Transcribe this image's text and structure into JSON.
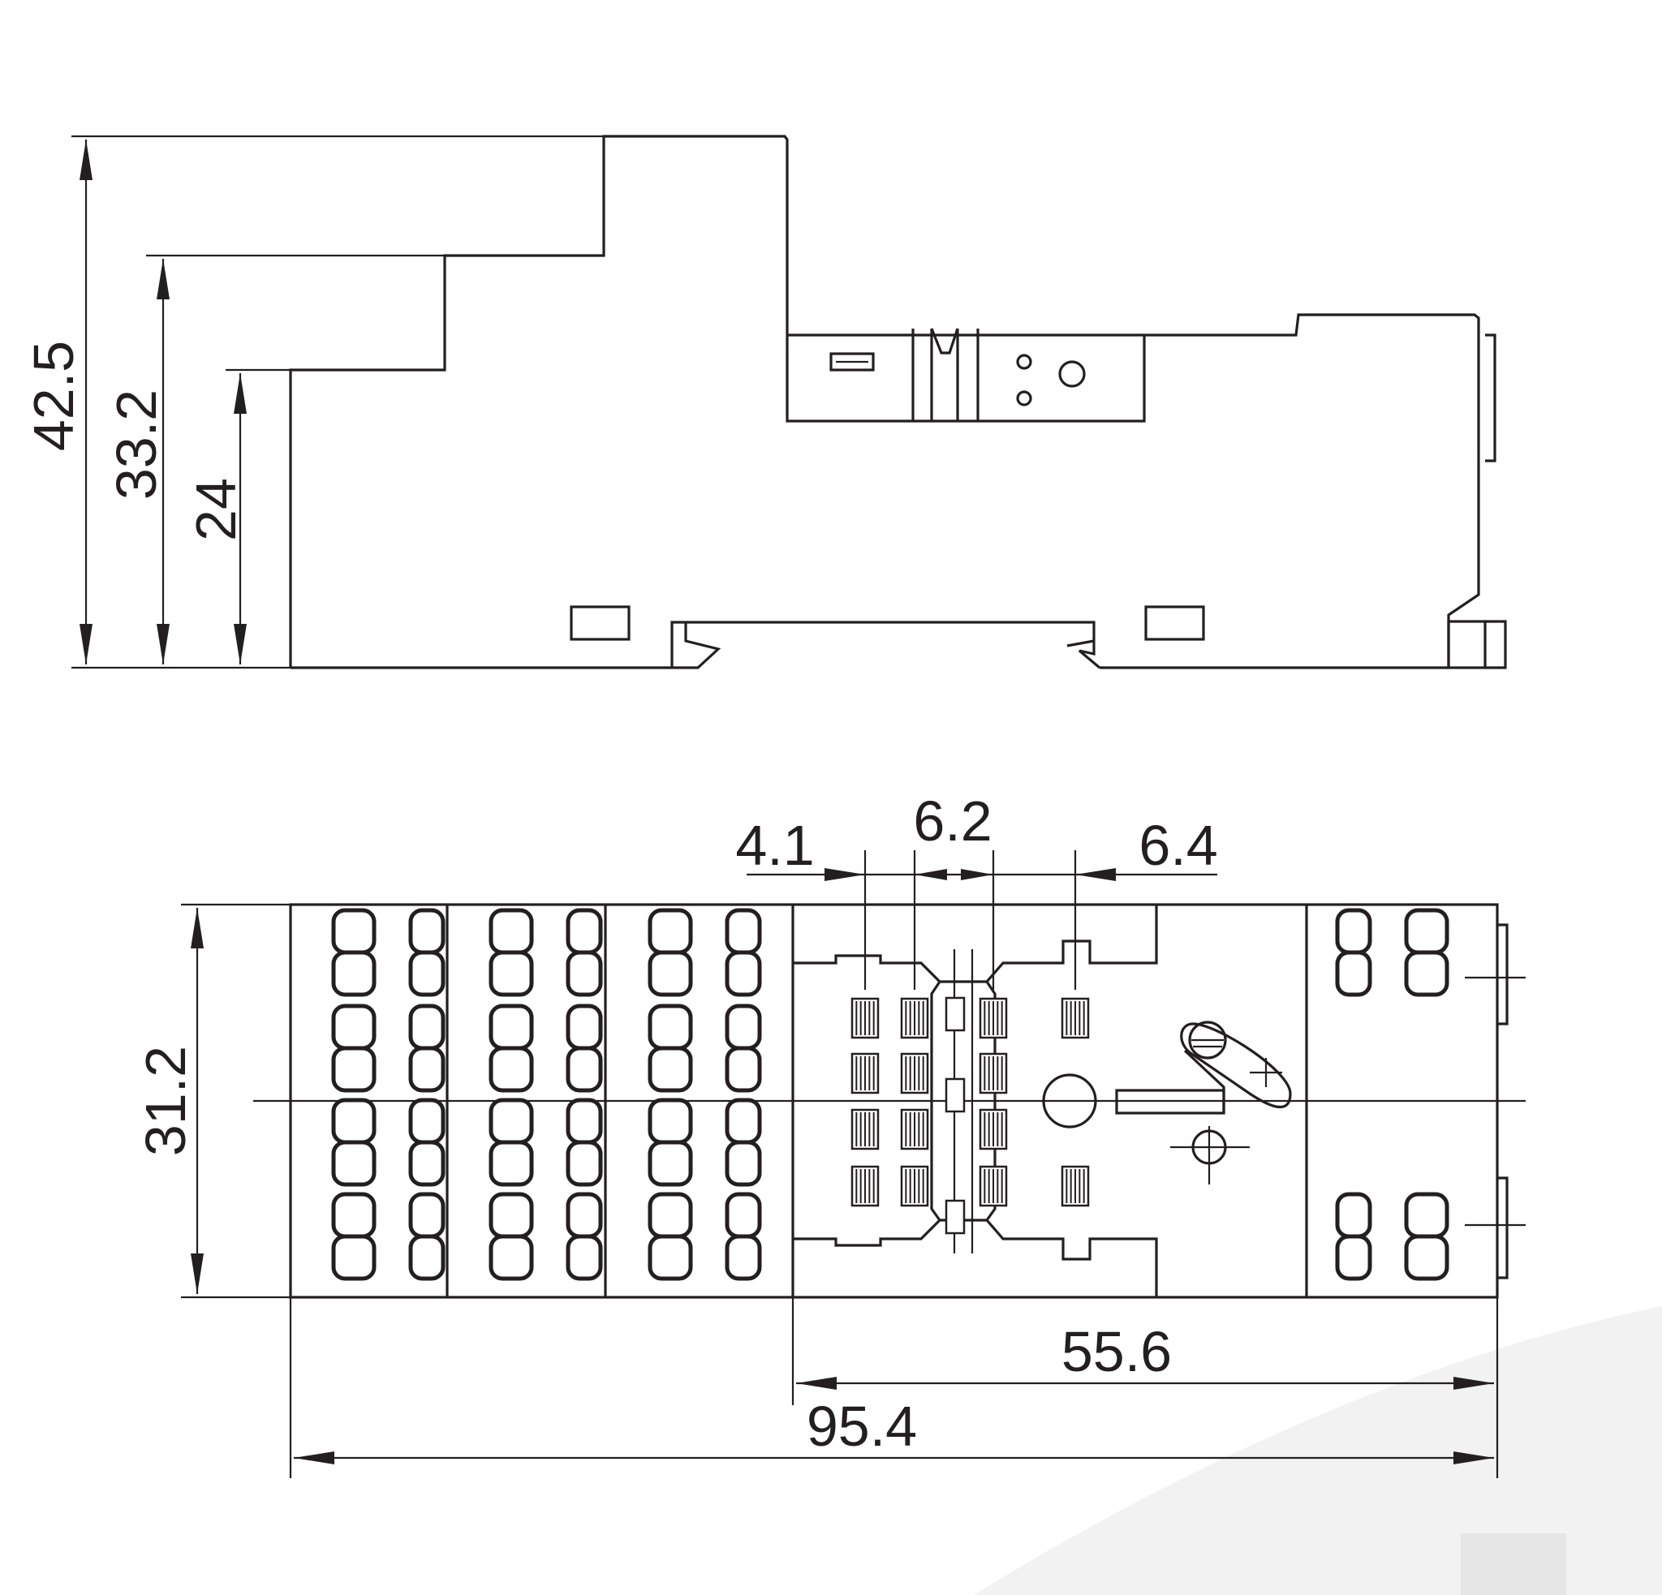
{
  "dimensions": {
    "side_view": {
      "overall_height": "42.5",
      "second_step_height": "33.2",
      "first_step_height": "24"
    },
    "top_view": {
      "width": "31.2",
      "pin_pitch_a": "4.1",
      "pin_pitch_b": "6.2",
      "pin_pitch_c": "6.4",
      "relay_section_length": "55.6",
      "overall_length": "95.4"
    }
  }
}
